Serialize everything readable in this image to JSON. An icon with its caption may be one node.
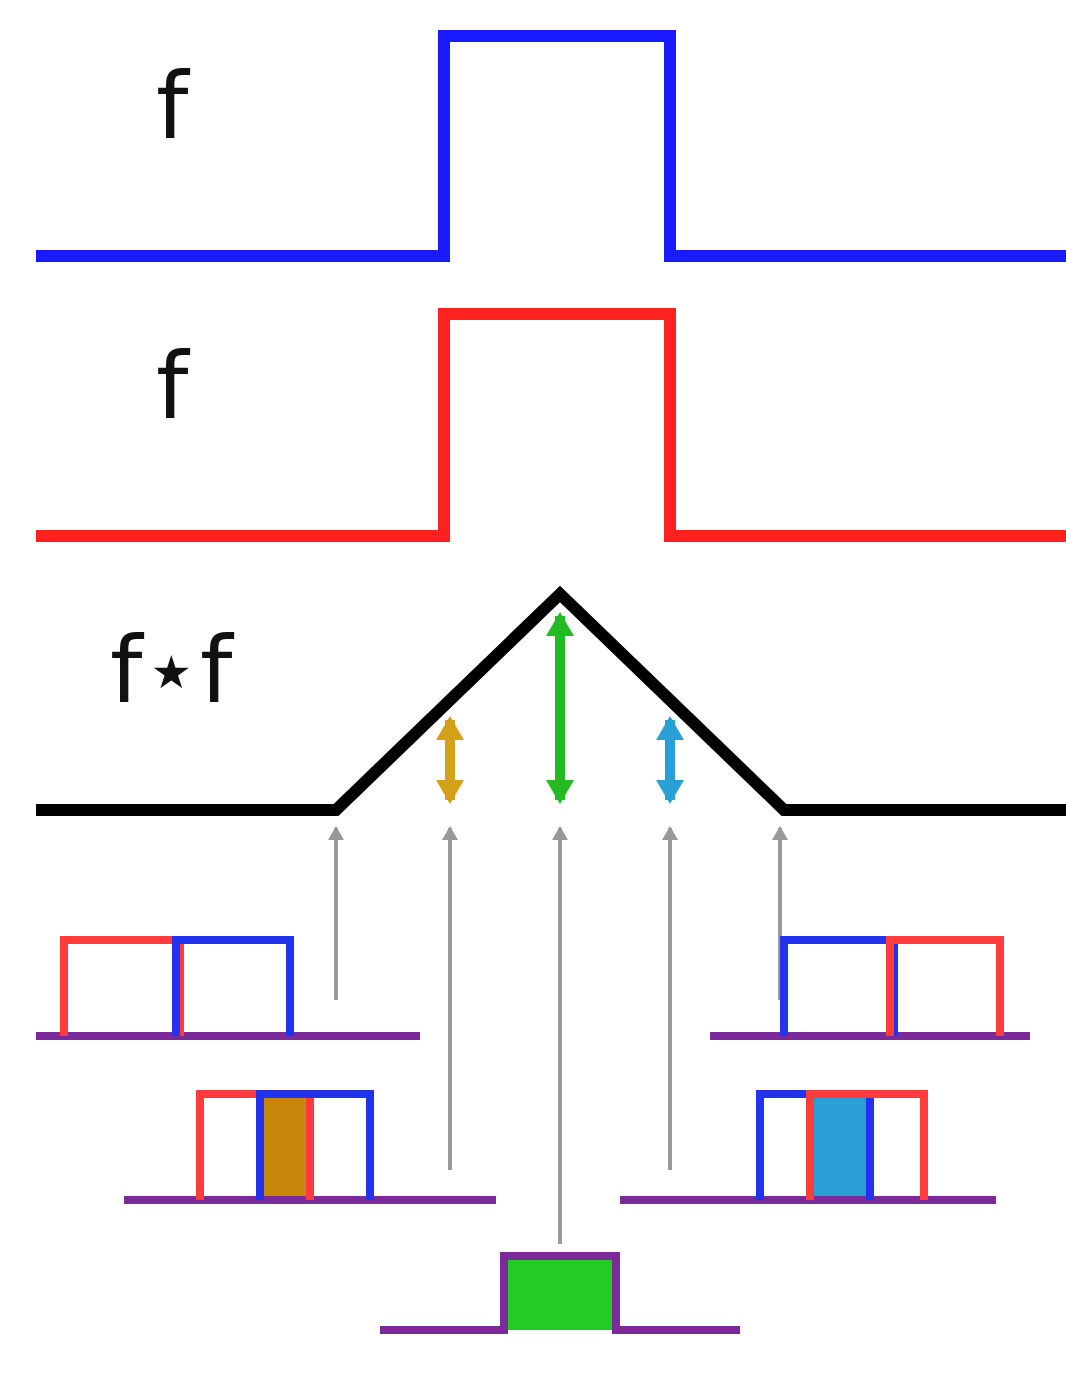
{
  "diagram": {
    "nodes": [
      {
        "text": [],
        "shape": "picture"
      },
      {
        "text": [],
        "shape": "picture"
      },
      {
        "text": [],
        "shape": "picture"
      },
      {
        "text": [],
        "shape": "picture"
      },
      {
        "text": [],
        "shape": "picture"
      },
      {
        "text": [],
        "shape": "bar"
      }
    ],
    "edges": [
      {
        "from": 1,
        "to": 0,
        "arrow": "to"
      },
      {
        "from": 3,
        "to": 0,
        "arrow": "to"
      },
      {
        "from": 5,
        "to": 0,
        "arrow": "to"
      },
      {
        "from": 4,
        "to": 0,
        "arrow": "to"
      },
      {
        "from": 2,
        "to": 0,
        "arrow": "to"
      }
    ],
    "labels": [
      "f",
      "f",
      "f⋆f"
    ]
  }
}
